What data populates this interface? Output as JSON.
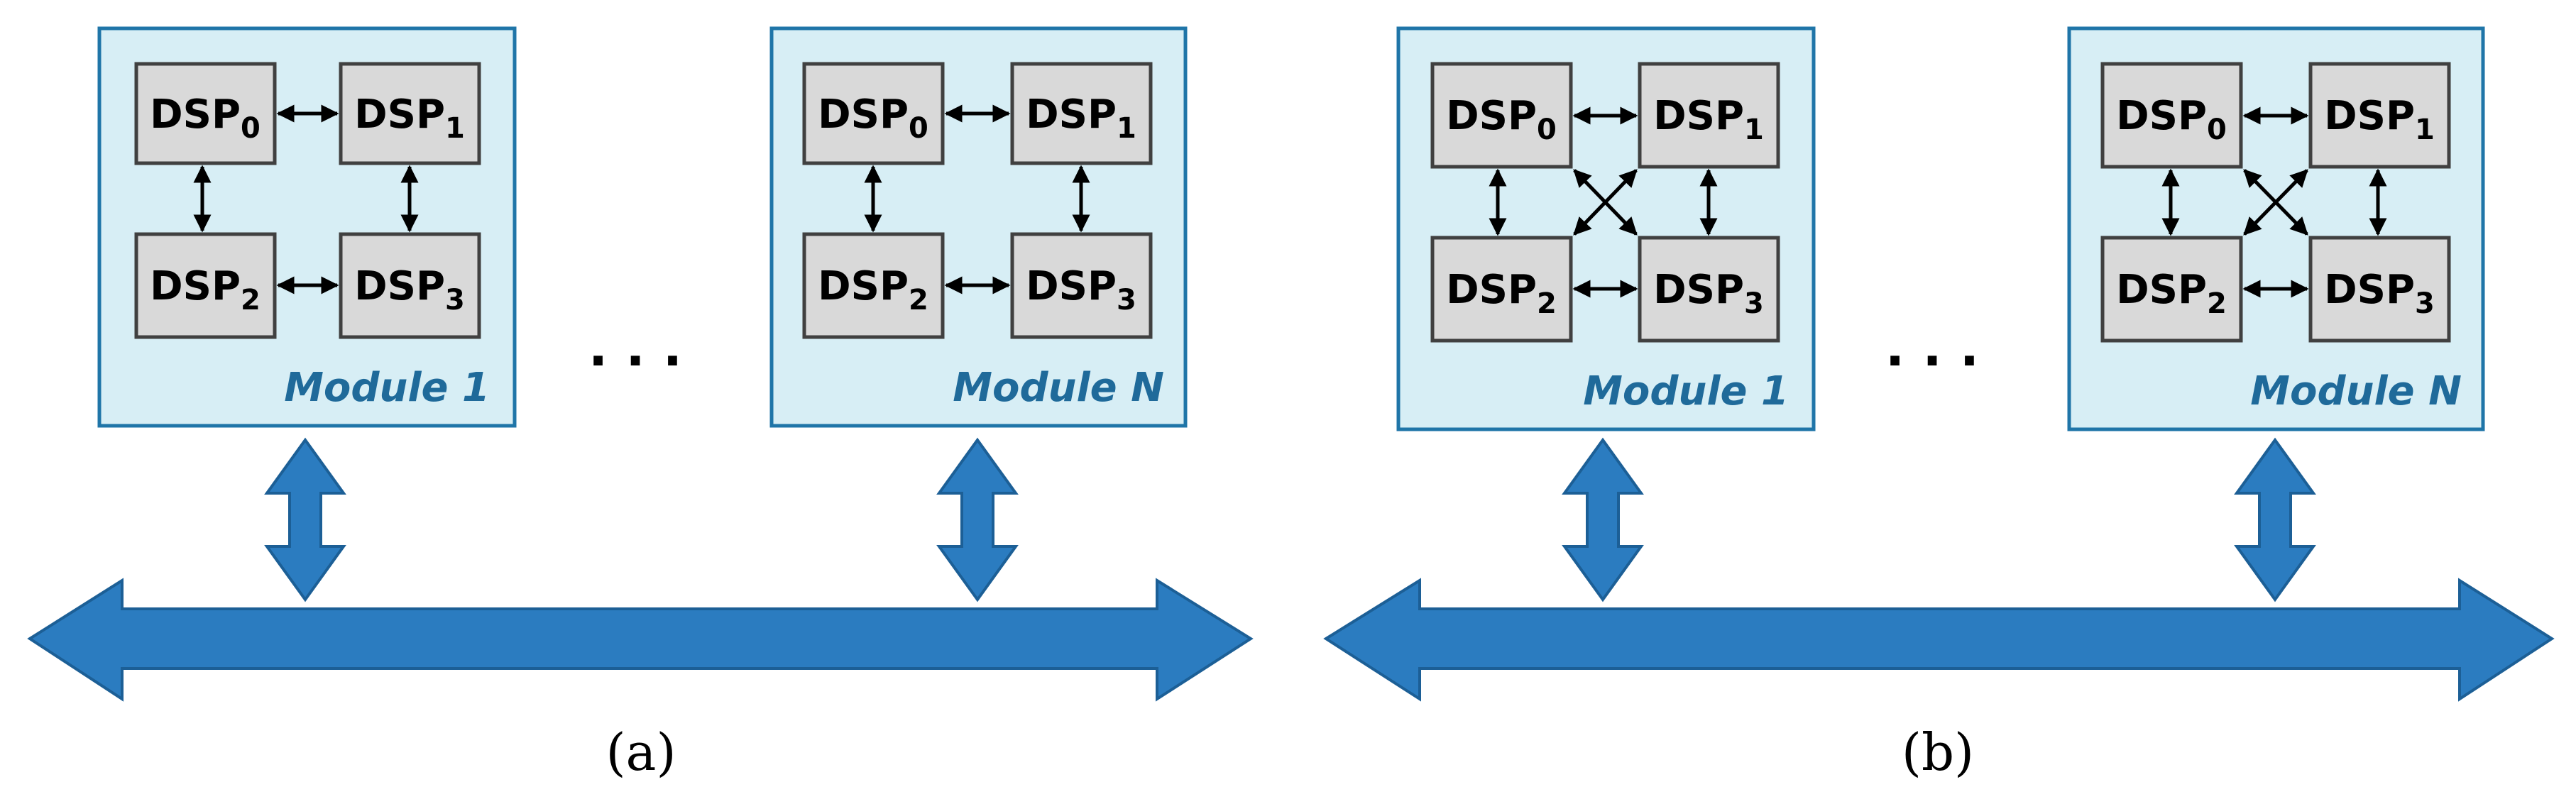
{
  "panels": [
    {
      "caption": "(a)",
      "topology": "ring",
      "ellipsis": ". . .",
      "modules": [
        {
          "label": "Module 1",
          "dsps": [
            {
              "name": "DSP",
              "index": "0"
            },
            {
              "name": "DSP",
              "index": "1"
            },
            {
              "name": "DSP",
              "index": "2"
            },
            {
              "name": "DSP",
              "index": "3"
            }
          ]
        },
        {
          "label": "Module N",
          "dsps": [
            {
              "name": "DSP",
              "index": "0"
            },
            {
              "name": "DSP",
              "index": "1"
            },
            {
              "name": "DSP",
              "index": "2"
            },
            {
              "name": "DSP",
              "index": "3"
            }
          ]
        }
      ]
    },
    {
      "caption": "(b)",
      "topology": "fully-connected",
      "ellipsis": ". . .",
      "modules": [
        {
          "label": "Module 1",
          "dsps": [
            {
              "name": "DSP",
              "index": "0"
            },
            {
              "name": "DSP",
              "index": "1"
            },
            {
              "name": "DSP",
              "index": "2"
            },
            {
              "name": "DSP",
              "index": "3"
            }
          ]
        },
        {
          "label": "Module N",
          "dsps": [
            {
              "name": "DSP",
              "index": "0"
            },
            {
              "name": "DSP",
              "index": "1"
            },
            {
              "name": "DSP",
              "index": "2"
            },
            {
              "name": "DSP",
              "index": "3"
            }
          ]
        }
      ]
    }
  ],
  "colors": {
    "module_fill": "#d7eef5",
    "module_border": "#1f75a8",
    "dsp_fill": "#d9d9d9",
    "dsp_border": "#404040",
    "bus": "#2b7cc0",
    "module_label": "#1f6a9a"
  }
}
